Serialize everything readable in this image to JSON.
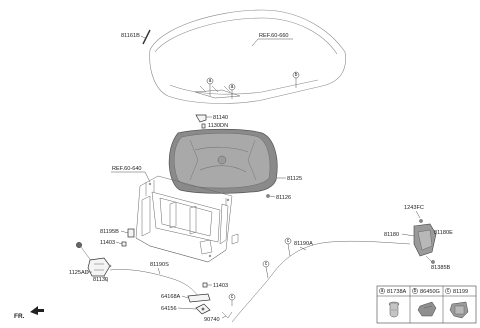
{
  "labels": {
    "p81161b": "81161B",
    "ref_hood": "REF.60-660",
    "p81140": "81140",
    "p1130dn": "1130DN",
    "p81125": "81125",
    "p81126": "81126",
    "ref_panel": "REF.60-640",
    "p81195b": "81195B",
    "p11403a": "11403",
    "p1125ad": "1125AD",
    "p81130": "81130",
    "p81190s": "81190S",
    "p81190a": "81190A",
    "p11403b": "11403",
    "p64168a": "64168A",
    "p64156": "64156",
    "p90740": "90740",
    "p1243fc": "1243FC",
    "p81180": "81180",
    "p81180e": "81180E",
    "p81385b": "81385B",
    "fr": "FR."
  },
  "callouts": {
    "a": "a",
    "b": "b",
    "c": "c"
  },
  "legend": {
    "items": [
      {
        "letter": "a",
        "part": "81738A"
      },
      {
        "letter": "b",
        "part": "86450G"
      },
      {
        "letter": "c",
        "part": "81199"
      }
    ]
  }
}
